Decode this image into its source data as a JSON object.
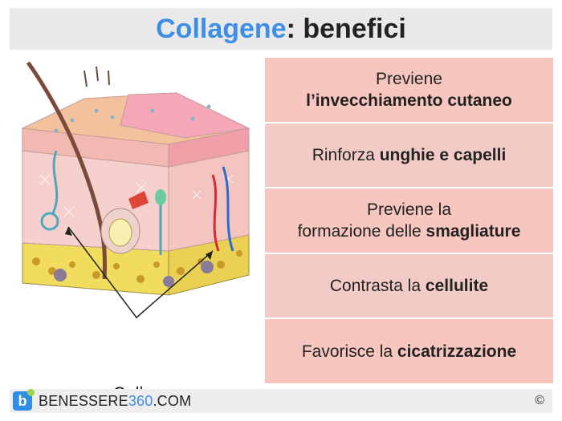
{
  "header": {
    "title_accent": "Collagene",
    "title_rest": ": benefici"
  },
  "illustration": {
    "label": "Collagene"
  },
  "benefits": [
    {
      "plain": "Previene",
      "bold": "l’invecchiamento cutaneo",
      "layout": "stacked"
    },
    {
      "plain": "Rinforza ",
      "bold": "unghie e capelli",
      "layout": "inline"
    },
    {
      "plain": "Previene la",
      "plain2": "formazione delle ",
      "bold": "smagliature",
      "layout": "two-line"
    },
    {
      "plain": "Contrasta la ",
      "bold": "cellulite",
      "layout": "inline"
    },
    {
      "plain": "Favorisce la ",
      "bold": "cicatrizzazione",
      "layout": "inline"
    }
  ],
  "footer": {
    "logo_letter": "b",
    "site_prefix": "BENESSERE",
    "site_number": "360",
    "site_suffix": ".COM",
    "copyright": "©"
  },
  "colors": {
    "accent_blue": "#3e8ee6",
    "panel_pink": "#f7c6be",
    "header_gray": "#e9e9e9"
  }
}
